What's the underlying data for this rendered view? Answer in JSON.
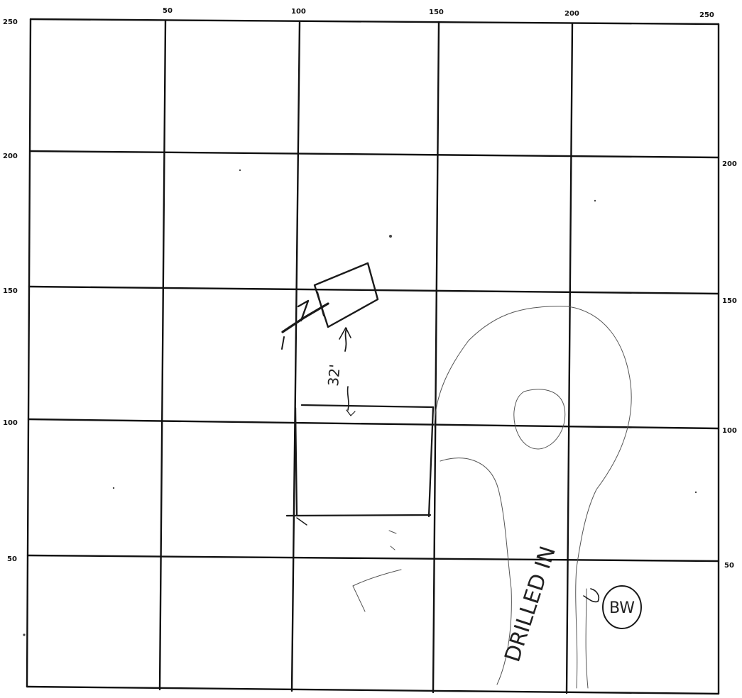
{
  "scale": {
    "top": [
      "50",
      "100",
      "150",
      "200",
      "250"
    ],
    "left": [
      "250",
      "200",
      "150",
      "100",
      "50"
    ],
    "right": [
      "200",
      "150",
      "100",
      "50"
    ]
  },
  "annotations": {
    "depth": "32'",
    "fence_label": "DRILLED IN",
    "initials": "BW"
  }
}
